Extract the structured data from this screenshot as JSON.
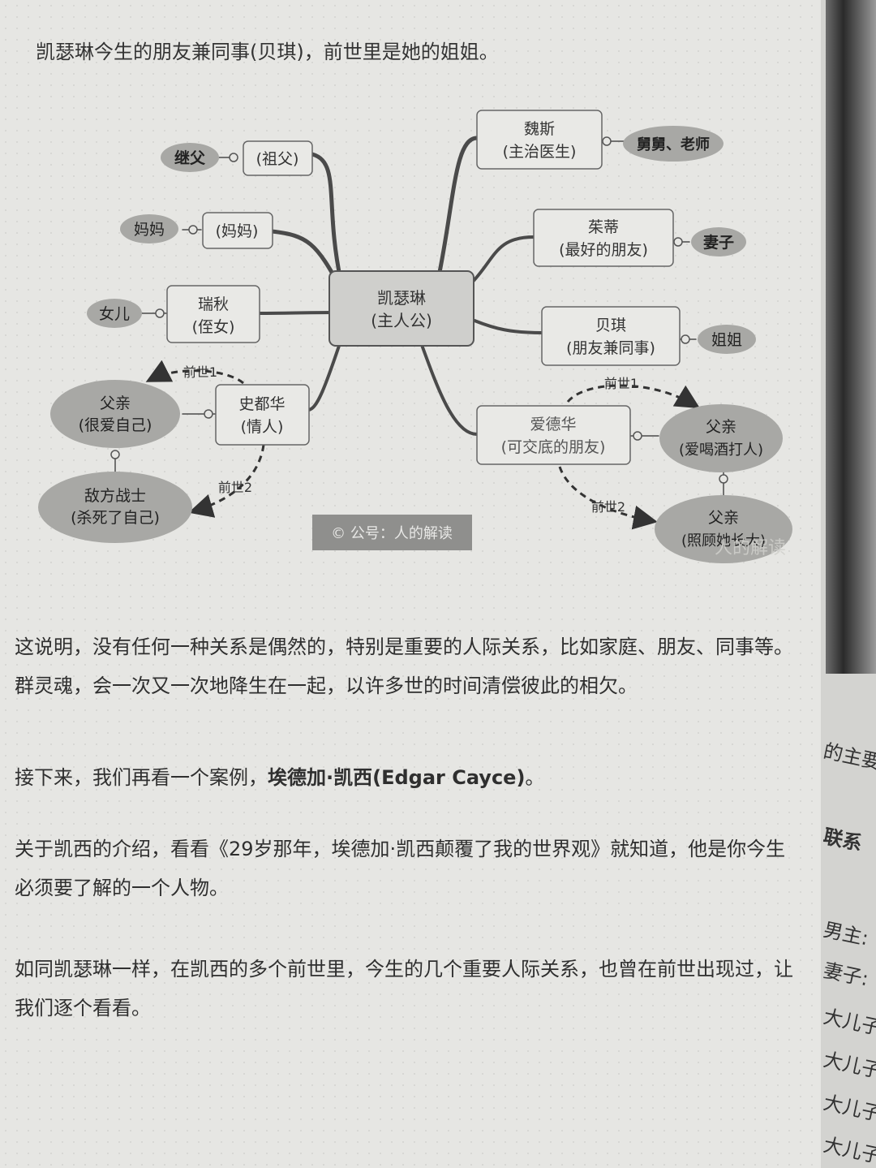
{
  "caption": "凯瑟琳今生的朋友兼同事(贝琪)，前世里是她的姐姐。",
  "diagram": {
    "center": {
      "name": "凯瑟琳",
      "role": "(主人公)"
    },
    "nodes": {
      "zufu": {
        "role": "(祖父)",
        "tag": "继父"
      },
      "mama": {
        "role": "(妈妈)",
        "tag": "妈妈"
      },
      "ruiqiu": {
        "name": "瑞秋",
        "role": "(侄女)",
        "tag": "女儿"
      },
      "shidubu": {
        "name": "史都华",
        "role": "(情人)"
      },
      "weisi": {
        "name": "魏斯",
        "role": "(主治医生)",
        "tag": "舅舅、老师"
      },
      "moldi": {
        "name": "茱蒂",
        "role": "(最好的朋友)",
        "tag": "妻子"
      },
      "beiqi": {
        "name": "贝琪",
        "role": "(朋友兼同事)",
        "tag": "姐姐"
      },
      "aidehua": {
        "name": "爱德华",
        "role": "(可交底的朋友)"
      }
    },
    "past_lives": {
      "left_1": {
        "label": "前世1",
        "name": "父亲",
        "role": "(很爱自己)"
      },
      "left_2": {
        "label": "前世2",
        "name": "敌方战士",
        "role": "(杀死了自己)"
      },
      "right_1": {
        "label": "前世1",
        "name": "父亲",
        "role": "(爱喝酒打人)"
      },
      "right_2": {
        "label": "前世2",
        "name": "父亲",
        "role": "(照顾她长大)"
      }
    },
    "watermark": "© 公号：人的解读",
    "watermark2": "人的解读"
  },
  "paragraphs": {
    "p1_line1": "这说明，没有任何一种关系是偶然的，特别是重要的人际关系，比如家庭、朋友、同事等。",
    "p1_line2": "群灵魂，会一次又一次地降生在一起，以许多世的时间清偿彼此的相欠。",
    "p2_prefix": "接下来，我们再看一个案例，",
    "p2_bold": "埃德加·凯西(Edgar Cayce)",
    "p2_suffix": "。",
    "p3_line1": "关于凯西的介绍，看看《29岁那年，埃德加·凯西颠覆了我的世界观》就知道，他是你今生",
    "p3_line2": "必须要了解的一个人物。",
    "p4_line1": "如同凯瑟琳一样，在凯西的多个前世里，今生的几个重要人际关系，也曾在前世出现过，让",
    "p4_line2": "我们逐个看看。"
  },
  "neighbor_page": {
    "frag1": "的主要",
    "frag2": "联系",
    "frag3": "男主:",
    "frag4": "妻子:",
    "frag5": "大儿子",
    "frag6": "大儿子",
    "frag7": "大儿子",
    "frag8": "大儿子"
  }
}
